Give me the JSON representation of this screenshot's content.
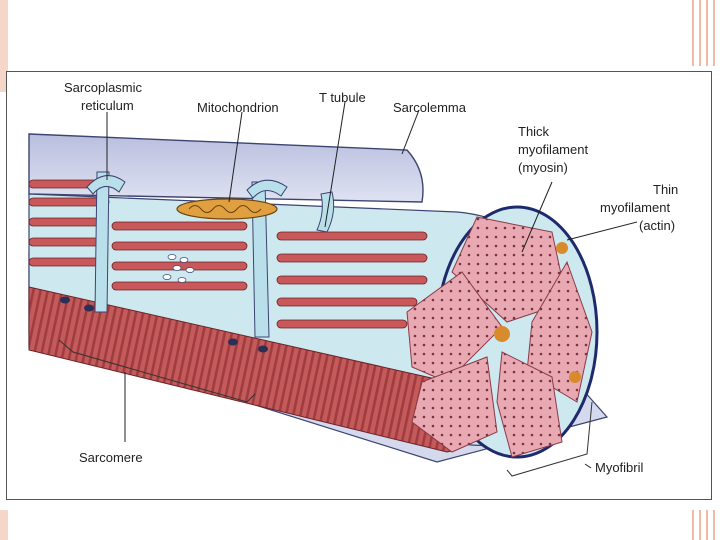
{
  "labels": {
    "sarcoplasmic_1": "Sarcoplasmic",
    "sarcoplasmic_2": "reticulum",
    "mitochondrion": "Mitochondrion",
    "t_tubule": "T tubule",
    "sarcolemma": "Sarcolemma",
    "thick_1": "Thick",
    "thick_2": "myofilament",
    "thick_3": "(myosin)",
    "thin_1": "Thin",
    "thin_2": "myofilament",
    "thin_3": "(actin)",
    "sarcomere": "Sarcomere",
    "myofibril": "Myofibril"
  },
  "colors": {
    "slide_accent": "#f6d6c8",
    "membrane": "#c9cde6",
    "reticulum": "#b9e0ea",
    "myofibril": "#c9585a",
    "fiber_end": "#e7a7b0",
    "mitochondrion": "#e0a040"
  }
}
